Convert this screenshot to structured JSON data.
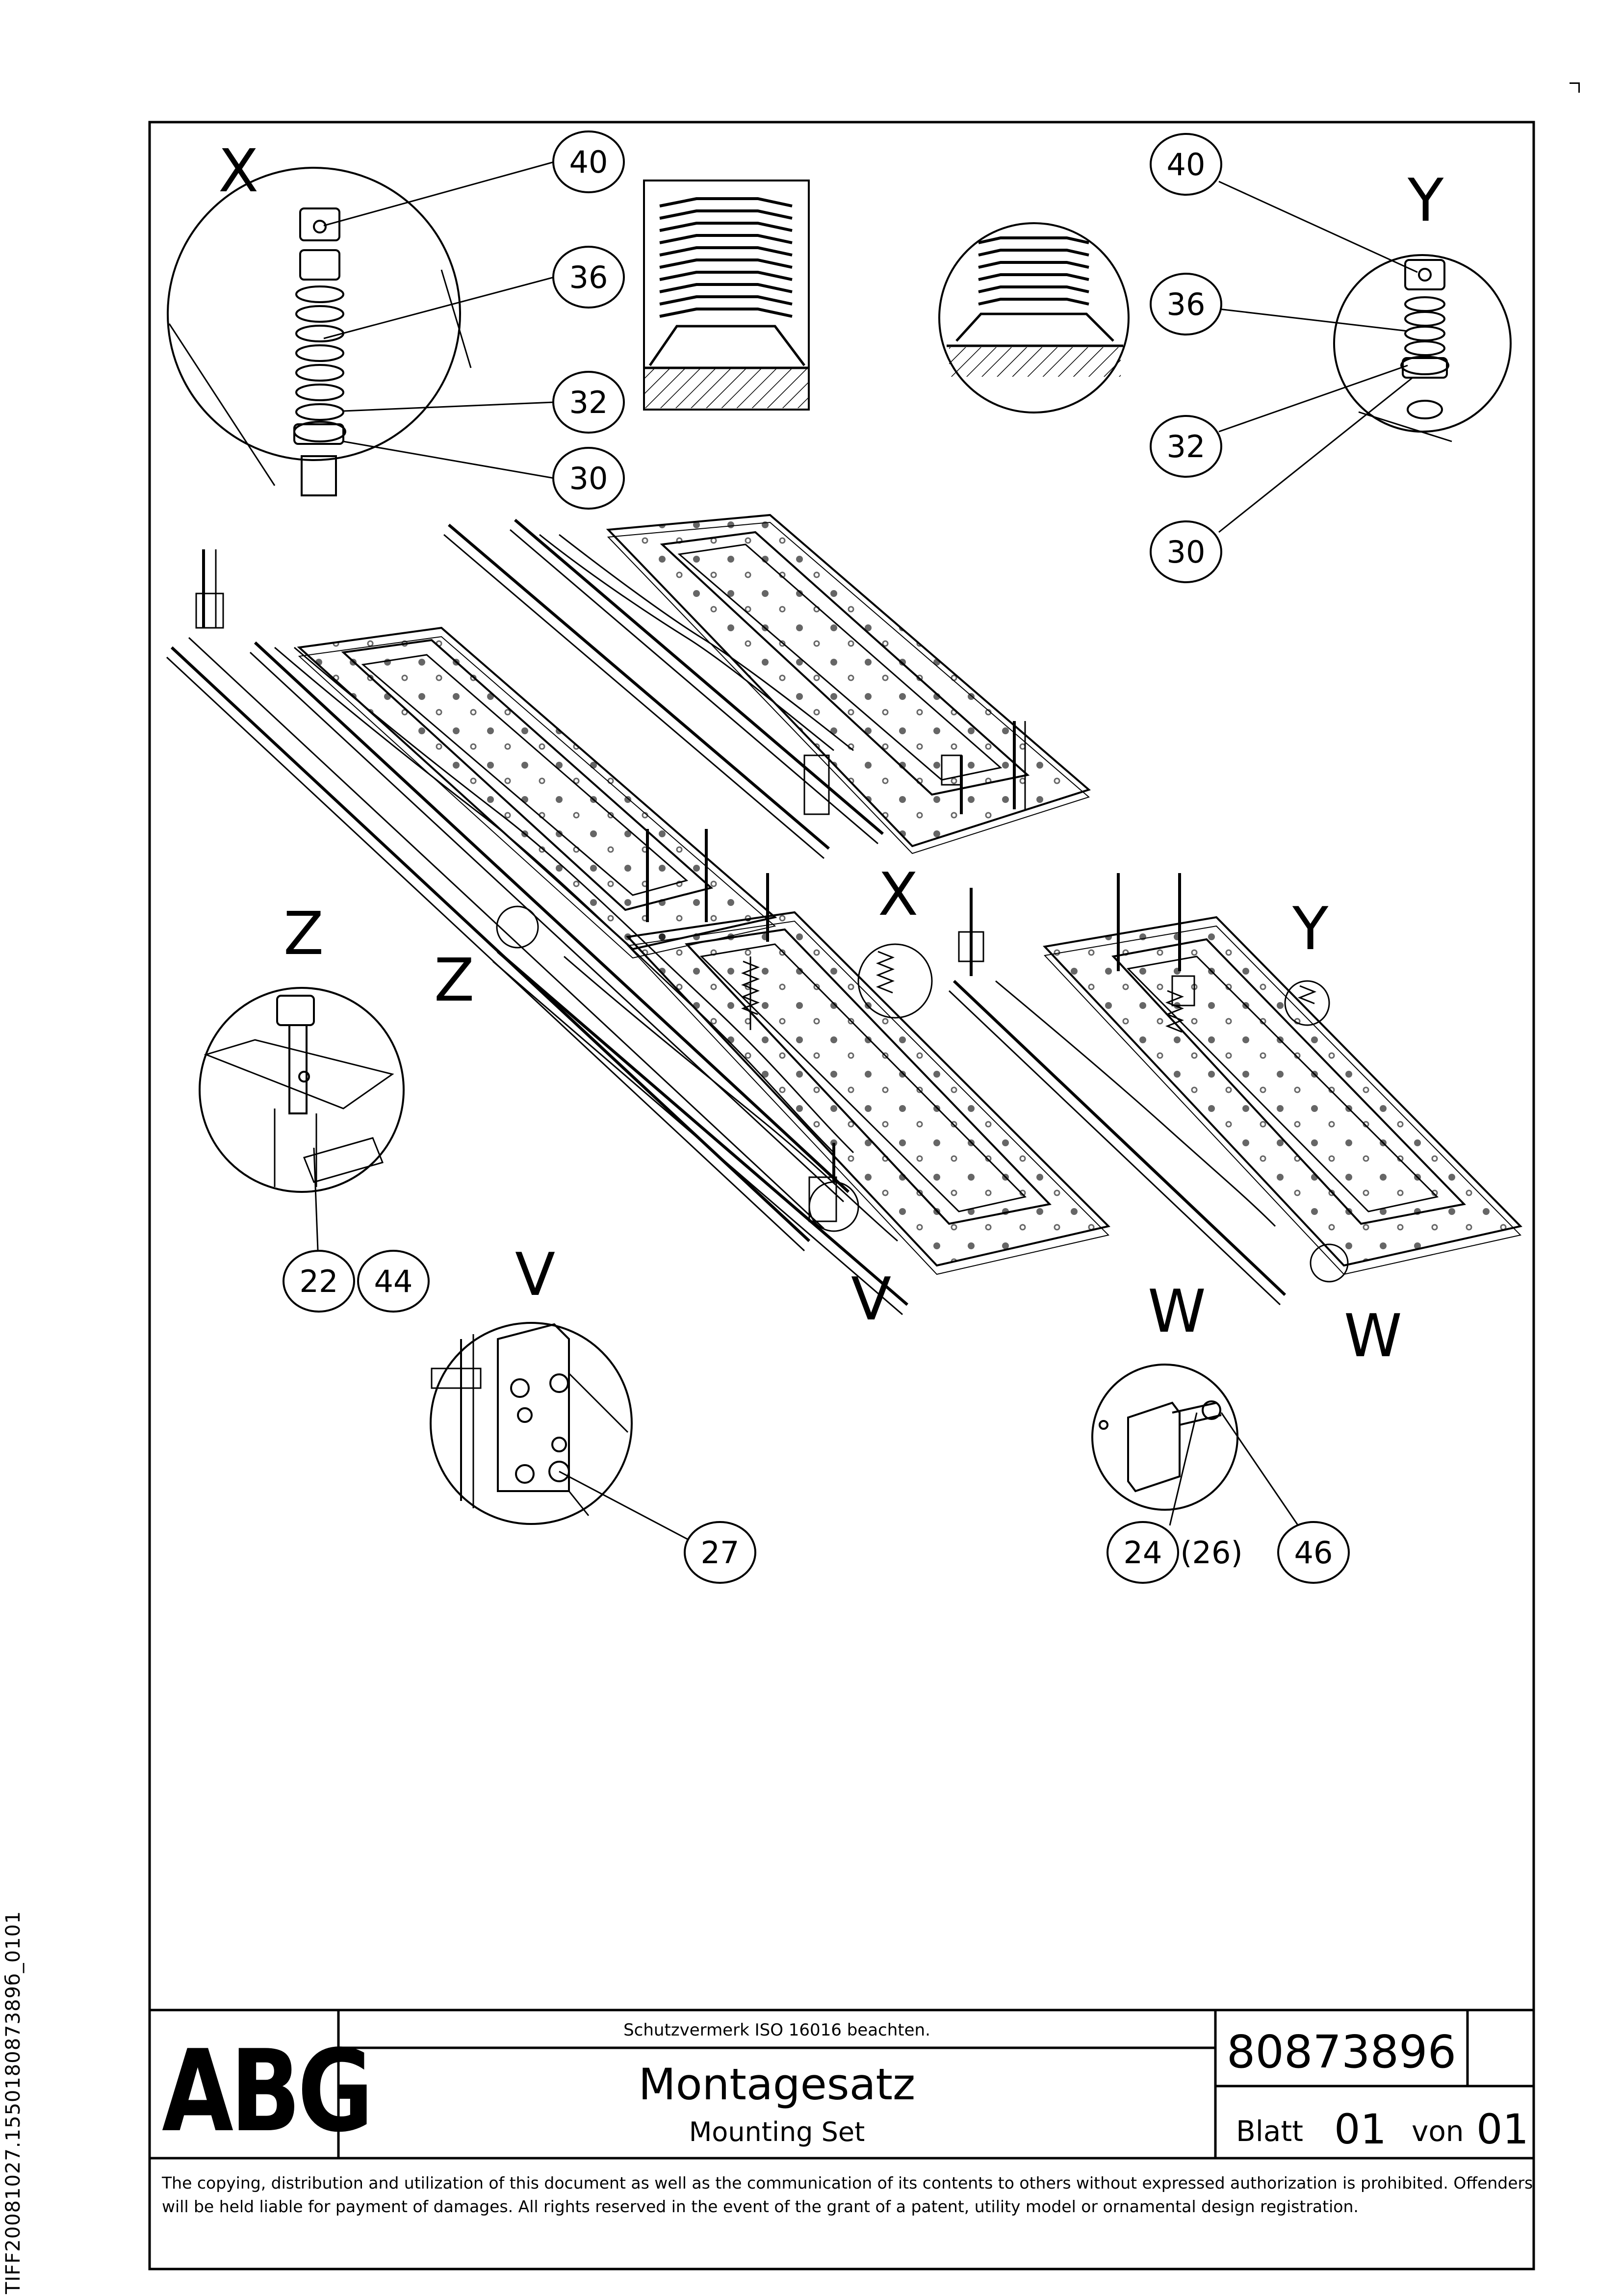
{
  "side_identifier": "TIFF20081027.155018087389б_0101",
  "detail_labels": {
    "x_view": "X",
    "y_view": "Y",
    "z_view": "Z",
    "v_view": "V",
    "w_view": "W"
  },
  "callouts": {
    "x_40": "40",
    "x_36": "36",
    "x_32": "32",
    "x_30": "30",
    "y_40": "40",
    "y_36": "36",
    "y_32": "32",
    "y_30": "30",
    "z_22": "22",
    "z_44": "44",
    "v_27": "27",
    "w_24": "24",
    "w_26": "(26)",
    "w_46": "46"
  },
  "title_block": {
    "brand": "ABG",
    "protection_note": "Schutzvermerk ISO 16016 beachten.",
    "title_de": "Montagesatz",
    "title_en": "Mounting Set",
    "drawing_number": "80873896",
    "sheet_label": "Blatt",
    "sheet_number": "01",
    "of_label": "von",
    "sheet_total": "01"
  },
  "legal_notice": "The copying, distribution and utilization of this document as well as the communication of its contents to others without expressed authorization is prohibited. Offenders will be held liable for payment of damages. All rights reserved in the event of the grant of a patent, utility model or ornamental design registration."
}
